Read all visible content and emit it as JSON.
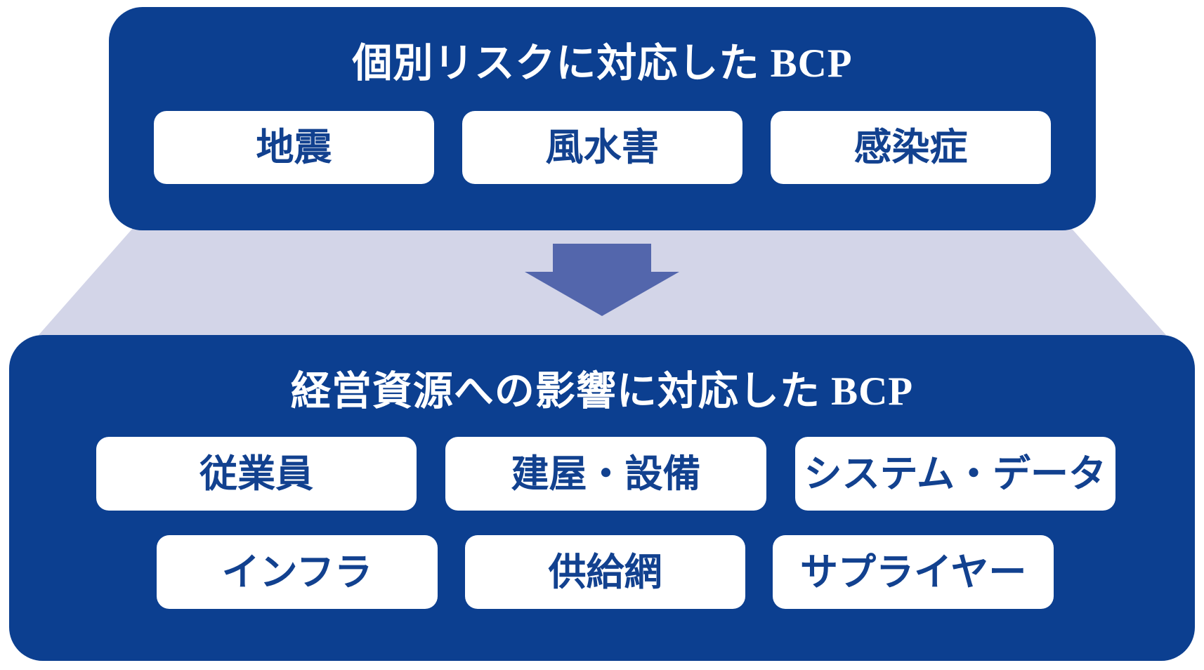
{
  "diagram": {
    "top_panel": {
      "title": "個別リスクに対応した BCP",
      "items": [
        {
          "label": "地震"
        },
        {
          "label": "風水害"
        },
        {
          "label": "感染症"
        }
      ]
    },
    "connector": {
      "icon": "down-arrow",
      "shape": "funnel-trapezoid"
    },
    "bottom_panel": {
      "title": "経営資源への影響に対応した BCP",
      "rows": [
        [
          {
            "label": "従業員"
          },
          {
            "label": "建屋・設備"
          },
          {
            "label": "システム・データ"
          }
        ],
        [
          {
            "label": "インフラ"
          },
          {
            "label": "供給網"
          },
          {
            "label": "サプライヤー"
          }
        ]
      ]
    },
    "colors": {
      "panel_navy": "#0C3F90",
      "funnel_lavender": "#D3D5E8",
      "arrow_blue": "#5366AC",
      "chip_background": "#FFFFFF",
      "chip_text_navy": "#12418F",
      "title_text": "#FFFFFF"
    }
  }
}
